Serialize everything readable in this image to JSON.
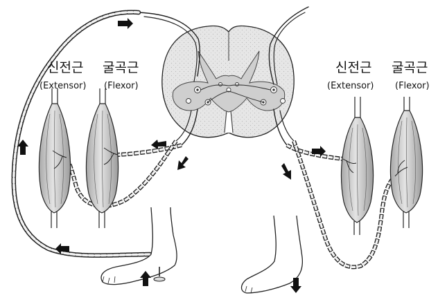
{
  "labels": {
    "left_extensor_kr": "신전근",
    "left_extensor_en": "(Extensor)",
    "left_flexor_kr": "굴곡근",
    "left_flexor_en": "(Flexor)",
    "right_extensor_kr": "신전근",
    "right_extensor_en": "(Extensor)",
    "right_flexor_kr": "굴곡근",
    "right_flexor_en": "(Flexor)"
  },
  "colors": {
    "outline": "#222222",
    "cord_fill": "#e6e6e6",
    "gray_matter": "#cfcfcf",
    "muscle_fill": "#c9c9c9",
    "nerve_fill": "#f4f4f4"
  }
}
